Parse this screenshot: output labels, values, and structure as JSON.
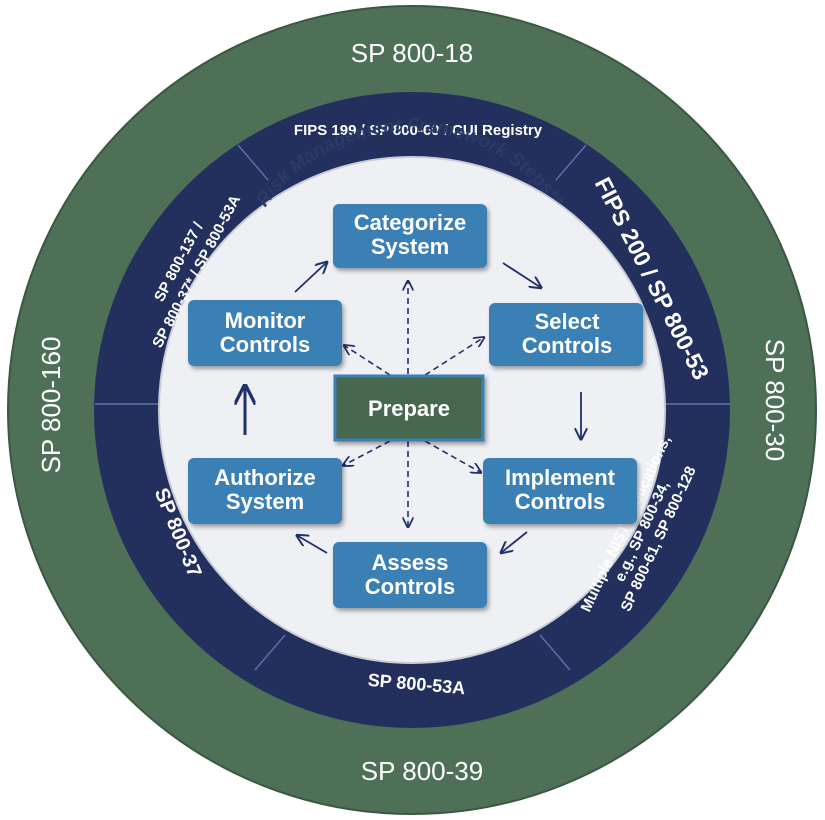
{
  "colors": {
    "outer_ring": "#4e7057",
    "inner_ring": "#23305e",
    "center_disc": "#eef0f4",
    "step_box": "#3b80b5",
    "prepare_box": "#46684f",
    "arrow": "#22306b"
  },
  "outer_ring": {
    "top": "SP 800-18",
    "right": "SP 800-30",
    "bottom": "SP 800-39",
    "left": "SP 800-160"
  },
  "inner_ring": {
    "top": "FIPS 199 / SP 800-60 / CUI Registry",
    "top_right": "FIPS 200 / SP 800-53",
    "bottom_right_line1": "Multiple NIST Publications,",
    "bottom_right_line2": "e.g., SP 800-34,",
    "bottom_right_line3": "SP 800-61, SP 800-128",
    "bottom": "SP 800-53A",
    "bottom_left": "SP 800-37",
    "top_left_line1": "SP 800-137 /",
    "top_left_line2": "SP 800-37* / SP 800-53A"
  },
  "center": {
    "title": "Risk Management Framework Steps**",
    "steps": [
      {
        "line1": "Categorize",
        "line2": "System"
      },
      {
        "line1": "Select",
        "line2": "Controls"
      },
      {
        "line1": "Implement",
        "line2": "Controls"
      },
      {
        "line1": "Assess",
        "line2": "Controls"
      },
      {
        "line1": "Authorize",
        "line2": "System"
      },
      {
        "line1": "Monitor",
        "line2": "Controls"
      }
    ],
    "prepare": "Prepare"
  }
}
